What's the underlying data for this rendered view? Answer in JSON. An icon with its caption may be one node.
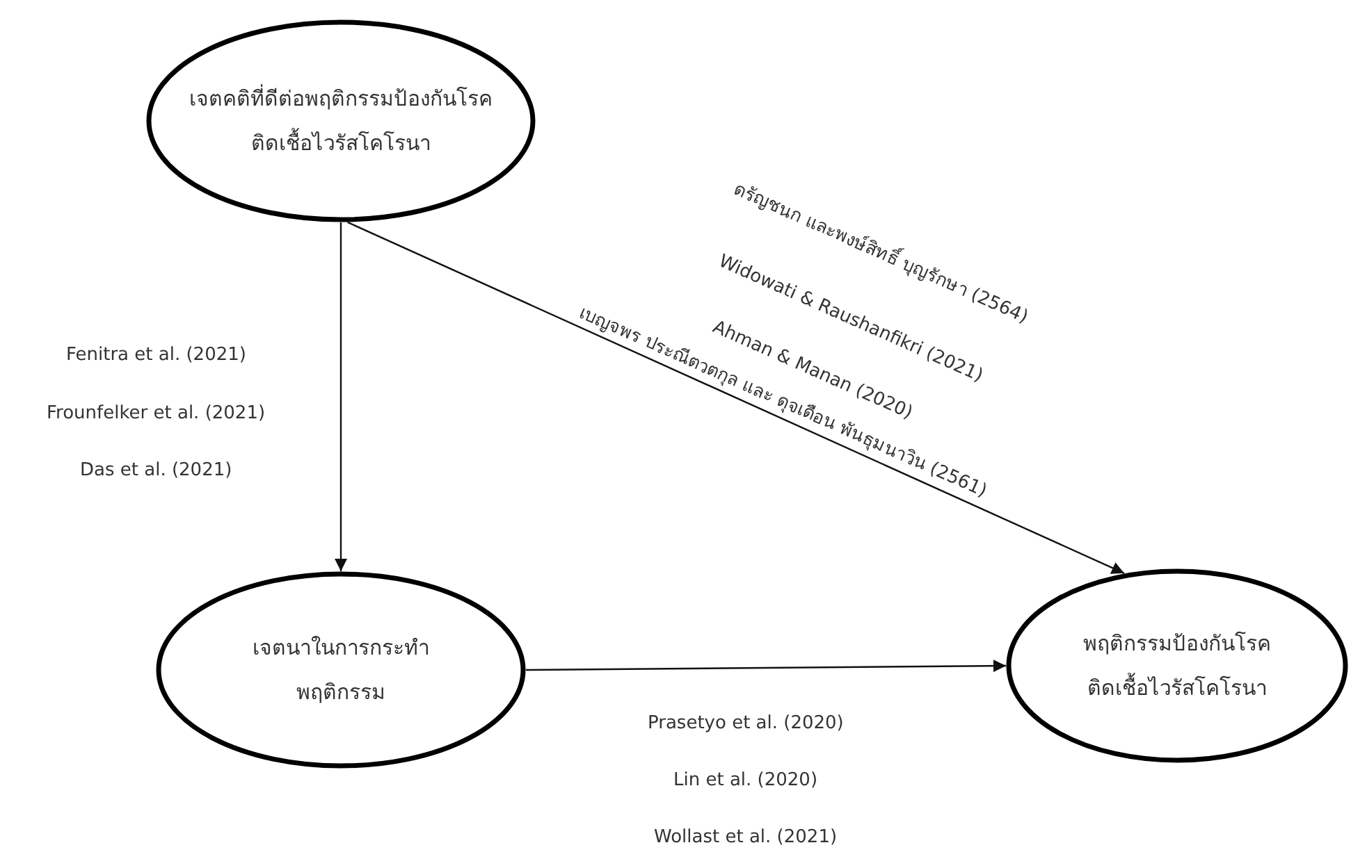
{
  "diagram": {
    "nodes": [
      {
        "text": [
          "เจตคติที่ดีต่อพฤติกรรมป้องกันโรคติดเชื้อไวรัสโคโรนา"
        ]
      },
      {
        "text": [
          "เจตนาในการกระทำพฤติกรรม"
        ]
      },
      {
        "text": [
          "พฤติกรรมป้องกันโรคติดเชื้อไวรัสโคโรนา"
        ]
      }
    ],
    "edges": [
      {
        "from": 0,
        "to": 1,
        "arrow": "to"
      },
      {
        "from": 0,
        "to": 2,
        "arrow": "to"
      },
      {
        "from": 1,
        "to": 2,
        "arrow": "to"
      }
    ],
    "labels": [
      "Fenitra et al. (2021)",
      "Frounfelker et al. (2021)",
      "Das et al. (2021)",
      "ดรัญชนก และพงษ์สิทธิ์ บุญรักษา (2564)",
      "Widowati & Raushanfikri (2021)",
      "Ahman & Manan (2020)",
      "เบญจพร ประณีตวตกุล และ ดุจเดือน พันธุมนาวิน (2561)",
      "Prasetyo et al. (2020)",
      "Lin et al. (2020)",
      "Wollast et al. (2021)"
    ]
  }
}
